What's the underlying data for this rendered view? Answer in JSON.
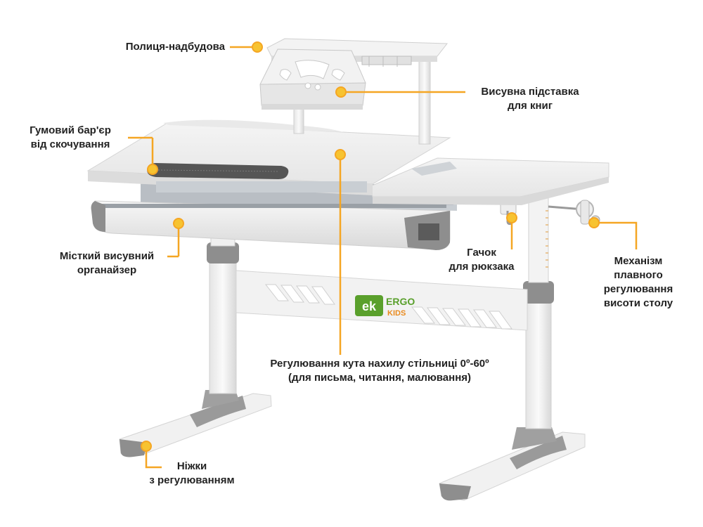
{
  "callouts": {
    "shelf": {
      "text": "Полиця-надбудова"
    },
    "book_stand": {
      "line1": "Висувна підставка",
      "line2": "для книг"
    },
    "rubber_barrier": {
      "line1": "Гумовий бар'єр",
      "line2": "від скочування"
    },
    "organizer": {
      "line1": "Місткий висувний",
      "line2": "органайзер"
    },
    "hook": {
      "line1": "Гачок",
      "line2": "для рюкзака"
    },
    "height_mechanism": {
      "line1": "Механізм",
      "line2": "плавного",
      "line3": "регулювання",
      "line4": "висоти столу"
    },
    "tilt": {
      "line1": "Регулювання кута нахилу стільниці 0º-60º",
      "line2": "(для письма, читання, малювання)"
    },
    "legs": {
      "line1": "Ніжки",
      "line2": "з регулюванням"
    }
  },
  "logo": {
    "mark": "ek",
    "line1": "ERGO",
    "line2": "KIDS"
  },
  "colors": {
    "accent": "#f5a623",
    "marker_fill": "#f7c331",
    "desk_white": "#eeeeee",
    "desk_shadow": "#d6d6d6",
    "plastic_gray": "#8a8a8a",
    "logo_green": "#5aa02c",
    "logo_orange": "#e98b1f"
  }
}
